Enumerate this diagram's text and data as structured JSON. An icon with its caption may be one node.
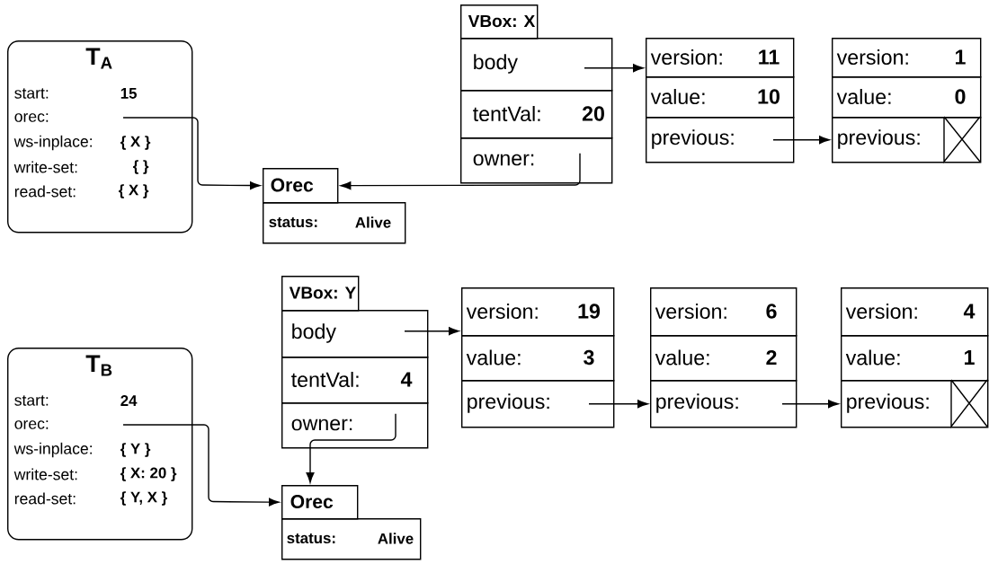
{
  "diagram": {
    "nodes": [
      {
        "text": [
          "T$_{A}$",
          "start:",
          "15",
          "orec:",
          "ws-inplace:",
          "{ X }",
          "write-set:",
          "{ }",
          "read-set:",
          "{ X }"
        ]
      },
      {
        "text": [
          "VBox:  X"
        ]
      },
      {
        "text": [
          "body"
        ]
      },
      {
        "text": [
          "tentVal:",
          "20"
        ]
      },
      {
        "text": [
          "owner:"
        ]
      },
      {
        "text": [
          "version:",
          "11"
        ]
      },
      {
        "text": [
          "value:",
          "10"
        ]
      },
      {
        "text": [
          "previous:"
        ]
      },
      {
        "text": [
          "version:",
          "1"
        ]
      },
      {
        "text": [
          "value:",
          "0"
        ]
      },
      {
        "text": [
          "previous:"
        ]
      },
      {
        "text": [
          "Orec"
        ]
      },
      {
        "text": [
          "status:",
          "Alive"
        ]
      },
      {
        "text": [
          "T$_{B}$",
          "start:",
          "24",
          "orec:",
          "ws-inplace:",
          "{ Y }",
          "write-set:",
          "{ X: 20 }",
          "read-set:",
          "{ Y, X }"
        ]
      },
      {
        "text": [
          "VBox:  Y"
        ]
      },
      {
        "text": [
          "body"
        ]
      },
      {
        "text": [
          "tentVal:",
          "4"
        ]
      },
      {
        "text": [
          "owner:"
        ]
      },
      {
        "text": [
          "version:",
          "19"
        ]
      },
      {
        "text": [
          "value:",
          "3"
        ]
      },
      {
        "text": [
          "previous:"
        ]
      },
      {
        "text": [
          "version:",
          "6"
        ]
      },
      {
        "text": [
          "value:",
          "2"
        ]
      },
      {
        "text": [
          "previous:"
        ]
      },
      {
        "text": [
          "version:",
          "4"
        ]
      },
      {
        "text": [
          "value:",
          "1"
        ]
      },
      {
        "text": [
          "previous:"
        ]
      },
      {
        "text": [
          "Orec"
        ]
      },
      {
        "text": [
          "status:",
          "Alive"
        ]
      }
    ],
    "edges": [
      {
        "from": 0,
        "to": 11,
        "arrow": "to"
      },
      {
        "from": 2,
        "to": 5,
        "arrow": "to"
      },
      {
        "from": 4,
        "to": 11,
        "arrow": "to"
      },
      {
        "from": 7,
        "to": 10,
        "arrow": "to"
      },
      {
        "from": 13,
        "to": 27,
        "arrow": "to"
      },
      {
        "from": 15,
        "to": 18,
        "arrow": "to"
      },
      {
        "from": 17,
        "to": 27,
        "arrow": "to"
      },
      {
        "from": 20,
        "to": 23,
        "arrow": "to"
      },
      {
        "from": 23,
        "to": 26,
        "arrow": "to"
      }
    ]
  }
}
